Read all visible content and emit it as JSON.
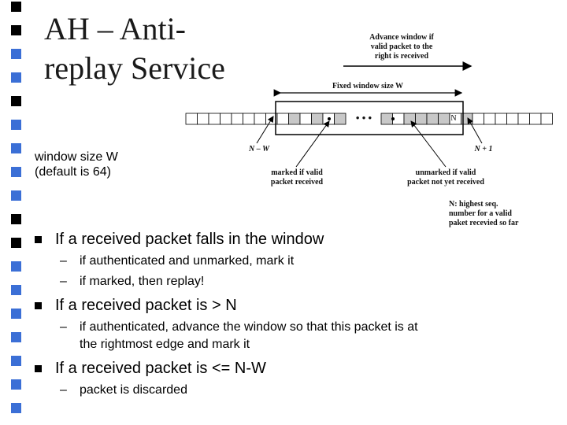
{
  "title": "AH – Anti-\nreplay Service",
  "window_size_label": [
    "window size W",
    "(default is 64)"
  ],
  "diagram": {
    "advance_label": [
      "Advance window if",
      "valid packet to the",
      "right is received"
    ],
    "fixed_window_label": "Fixed window size W",
    "ellipsis": "• • •",
    "n_label": "N",
    "n_minus_w_label": "N – W",
    "n_plus_1_label": "N + 1",
    "marked_label": [
      "marked if valid",
      "packet received"
    ],
    "unmarked_label": [
      "unmarked if valid",
      "packet not yet received"
    ],
    "highest_seq_label": [
      "N: highest seq.",
      "number for a valid",
      "paket recevied so far"
    ]
  },
  "bullets": [
    {
      "text": "If a received packet falls in the window",
      "subs": [
        "if authenticated and unmarked, mark it",
        "if marked, then replay!"
      ]
    },
    {
      "text": "If a received packet is > N",
      "subs": [
        "if authenticated, advance the window so that this packet is at",
        "the rightmost edge and mark it"
      ]
    },
    {
      "text": "If a received packet is <= N-W",
      "subs": [
        "packet is discarded"
      ]
    }
  ],
  "colors": {
    "sidebar_blue": "#3b6fd6",
    "sidebar_black": "#000000",
    "cell_fill": "#c8c8c8"
  }
}
